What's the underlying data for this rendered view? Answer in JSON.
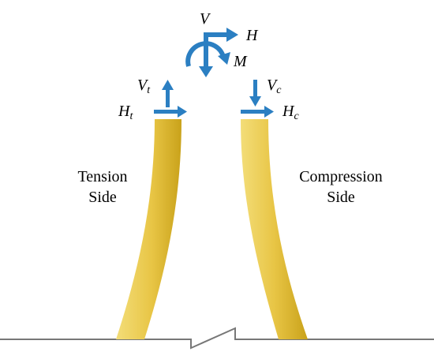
{
  "global_loads": {
    "V": "V",
    "H": "H",
    "M": "M"
  },
  "tension_side": {
    "V_main": "V",
    "V_sub": "t",
    "H_main": "H",
    "H_sub": "t",
    "label_line1": "Tension",
    "label_line2": "Side"
  },
  "compression_side": {
    "V_main": "V",
    "V_sub": "c",
    "H_main": "H",
    "H_sub": "c",
    "label_line1": "Compression",
    "label_line2": "Side"
  },
  "colors": {
    "arrow": "#2b7fc2",
    "leg_light": "#f3dd78",
    "leg_mid": "#e3bf36",
    "leg_dark": "#b5900f",
    "ground": "#777777"
  }
}
